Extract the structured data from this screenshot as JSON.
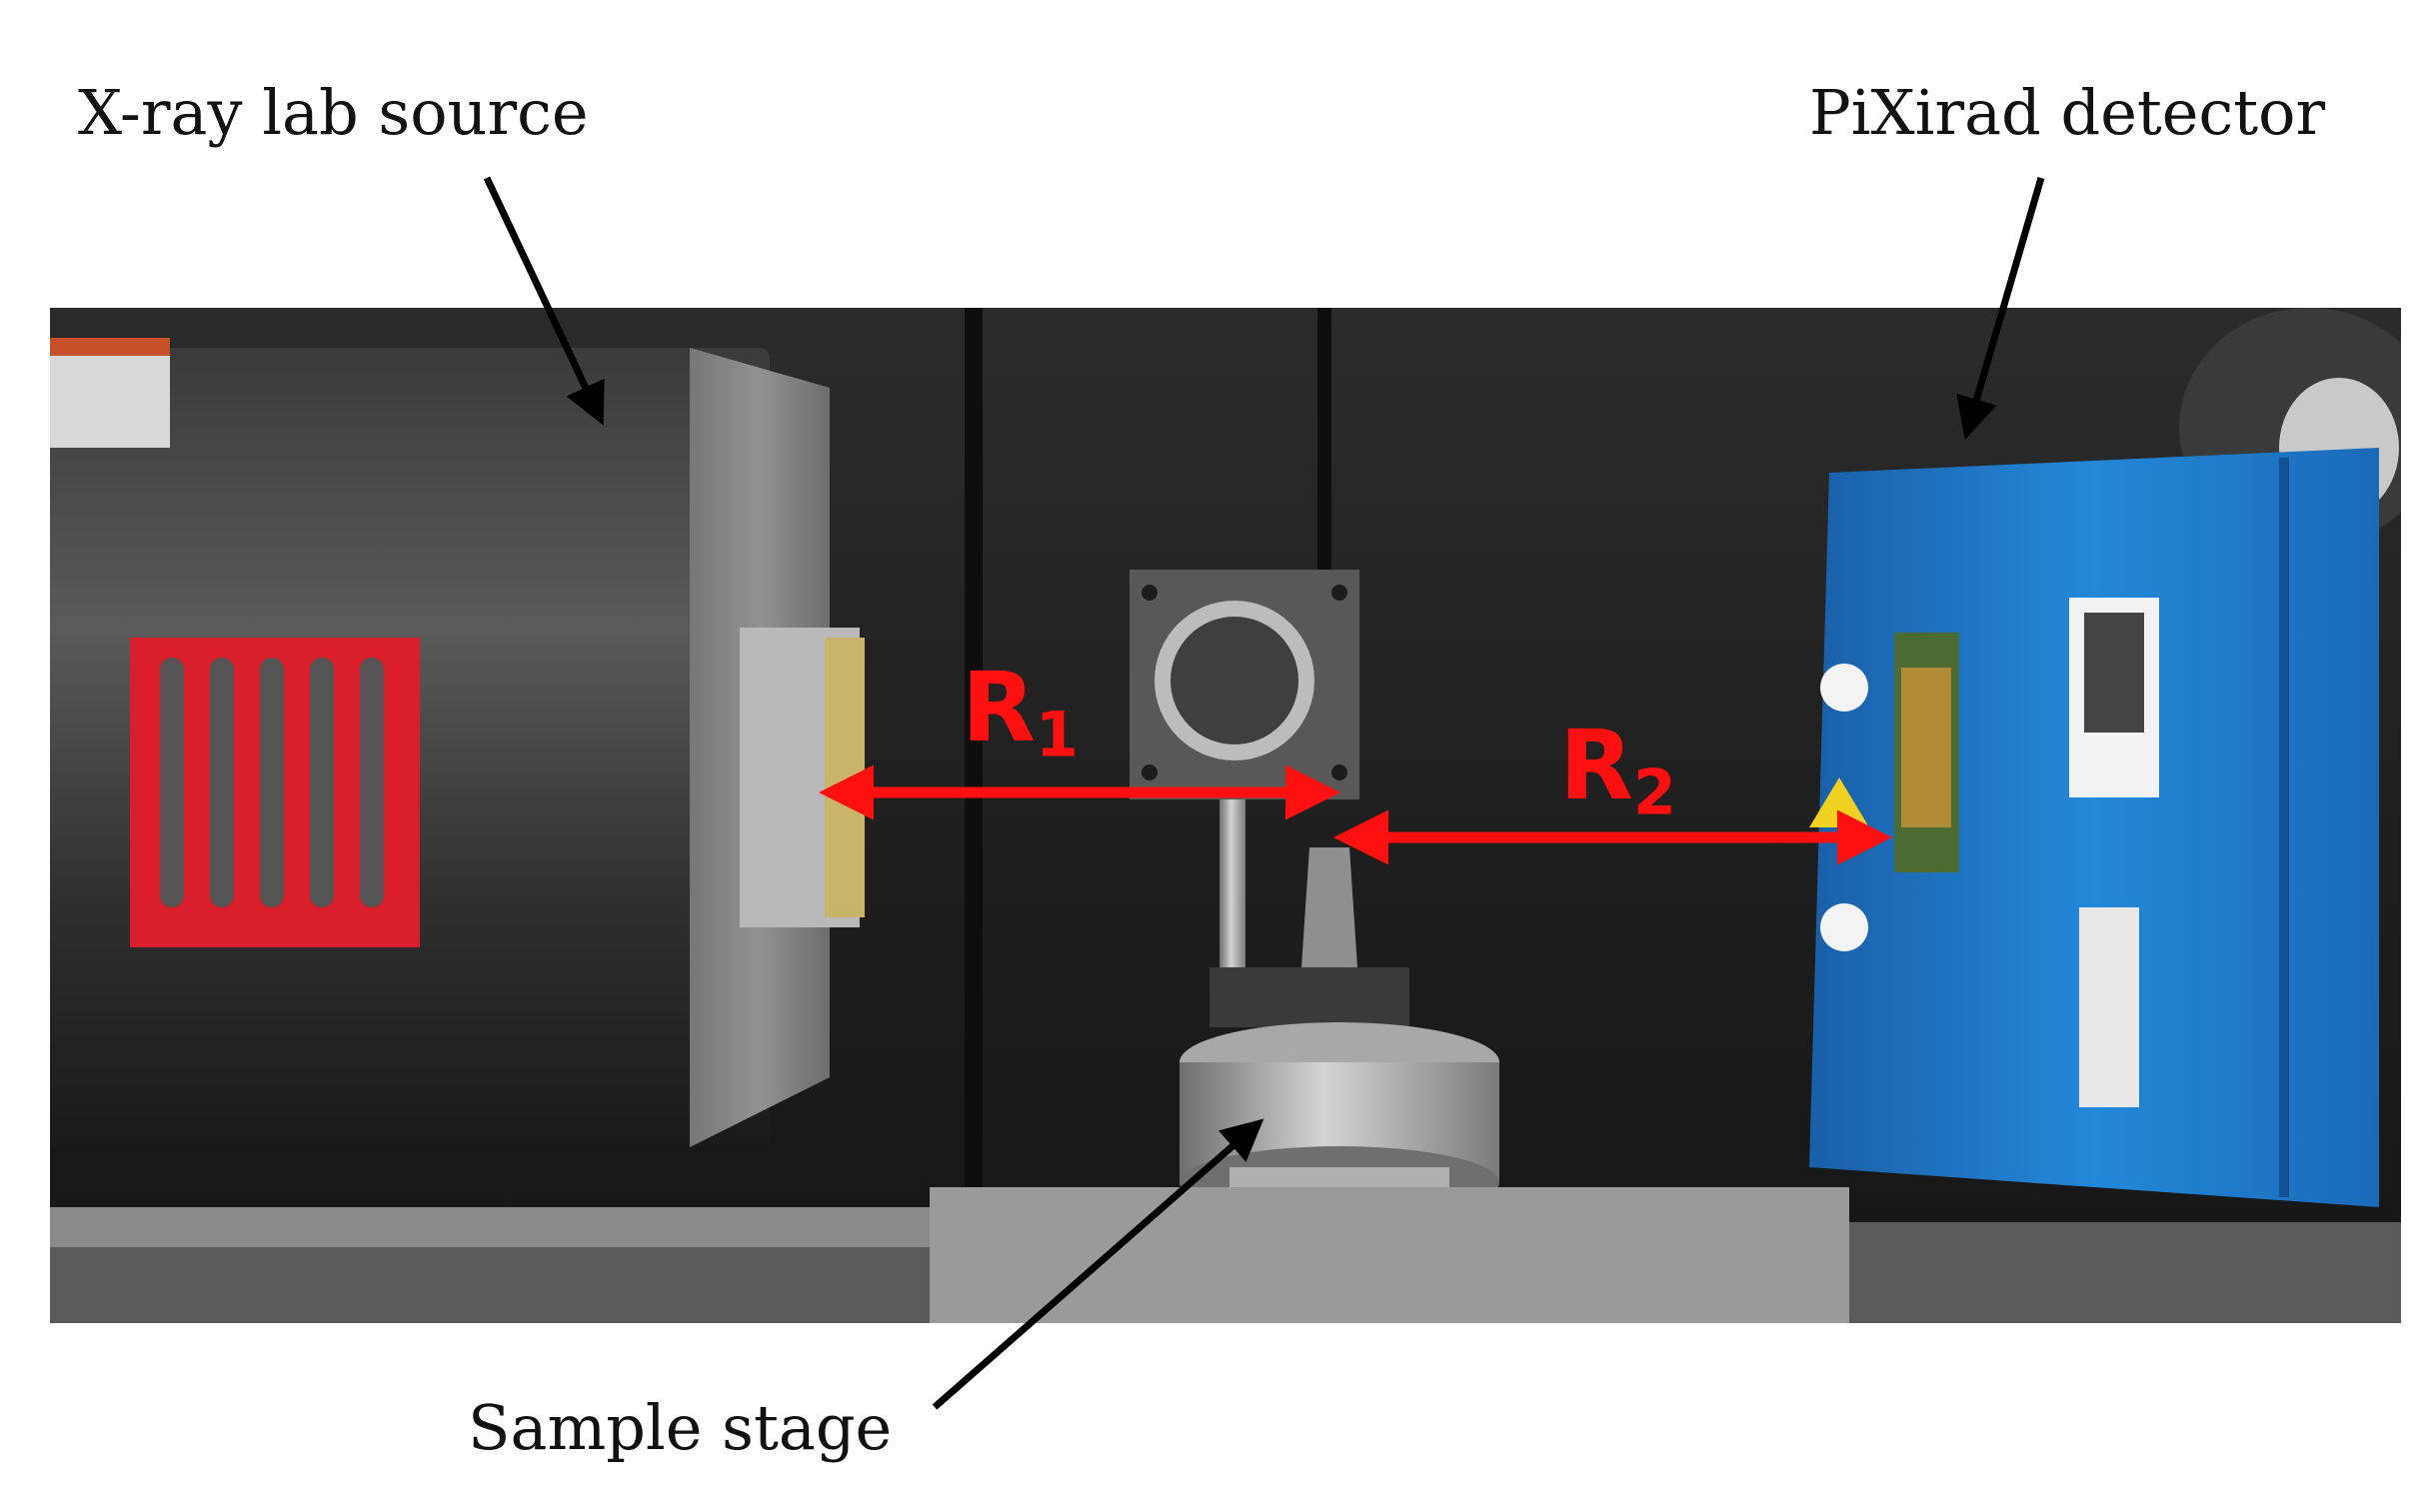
{
  "labels": {
    "source": "X-ray lab source",
    "detector": "PiXirad detector",
    "stage": "Sample stage",
    "r1_letter": "R",
    "r1_sub": "1",
    "r2_letter": "R",
    "r2_sub": "2"
  },
  "colors": {
    "distance_arrow": "#ff1010",
    "pointer_arrow": "#000000",
    "detector_housing": "#1e78c8",
    "source_housing": "#2a2a2a",
    "vent_red": "#d81e2a"
  }
}
